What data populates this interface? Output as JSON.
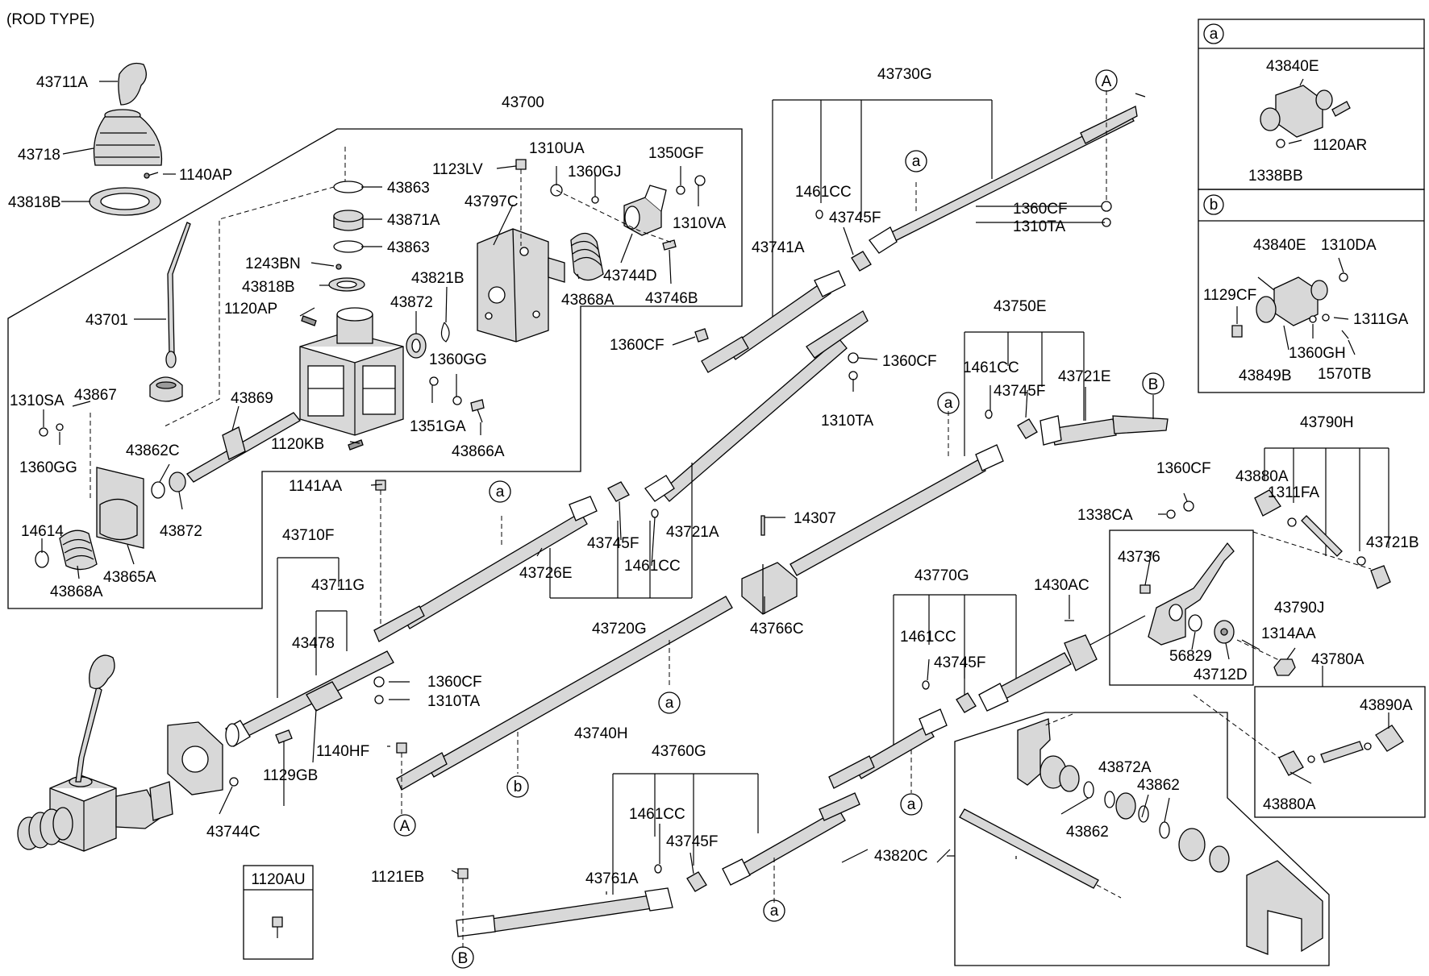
{
  "header": {
    "title": "(ROD TYPE)"
  },
  "callouts": {
    "A": "A",
    "B": "B",
    "a": "a",
    "b": "b"
  },
  "inset_boxes": {
    "a": {
      "letter": "a",
      "labels": [
        "43840E",
        "1120AR",
        "1338BB"
      ]
    },
    "b": {
      "letter": "b",
      "labels": [
        "43840E",
        "1310DA",
        "1129CF",
        "1311GA",
        "1360GH",
        "43849B",
        "1570TB"
      ]
    },
    "standalone": {
      "label": "1120AU"
    }
  },
  "part_numbers": [
    "43711A",
    "43718",
    "1140AP",
    "43818B",
    "43700",
    "43701",
    "43863",
    "43871A",
    "1243BN",
    "1120AP",
    "43867",
    "1310SA",
    "1360GG",
    "43869",
    "43862C",
    "14614",
    "43868A",
    "43865A",
    "43872",
    "1123LV",
    "1310UA",
    "1360GJ",
    "1350GF",
    "1310VA",
    "43797C",
    "43744D",
    "43746B",
    "43821B",
    "1351GA",
    "1120KB",
    "43866A",
    "43730G",
    "1461CC",
    "43745F",
    "43741A",
    "1360CF",
    "1310TA",
    "43750E",
    "43721E",
    "43721A",
    "43726E",
    "43720G",
    "1141AA",
    "43710F",
    "43711G",
    "43478",
    "1129GB",
    "43744C",
    "1140HF",
    "43740H",
    "14307",
    "43766C",
    "43770G",
    "1430AC",
    "43790H",
    "43880A",
    "1311FA",
    "43721B",
    "1338CA",
    "43736",
    "43790J",
    "56829",
    "43712D",
    "1314AA",
    "43780A",
    "43890A",
    "43760G",
    "43761A",
    "1121EB",
    "43820C",
    "43872A",
    "43862"
  ]
}
